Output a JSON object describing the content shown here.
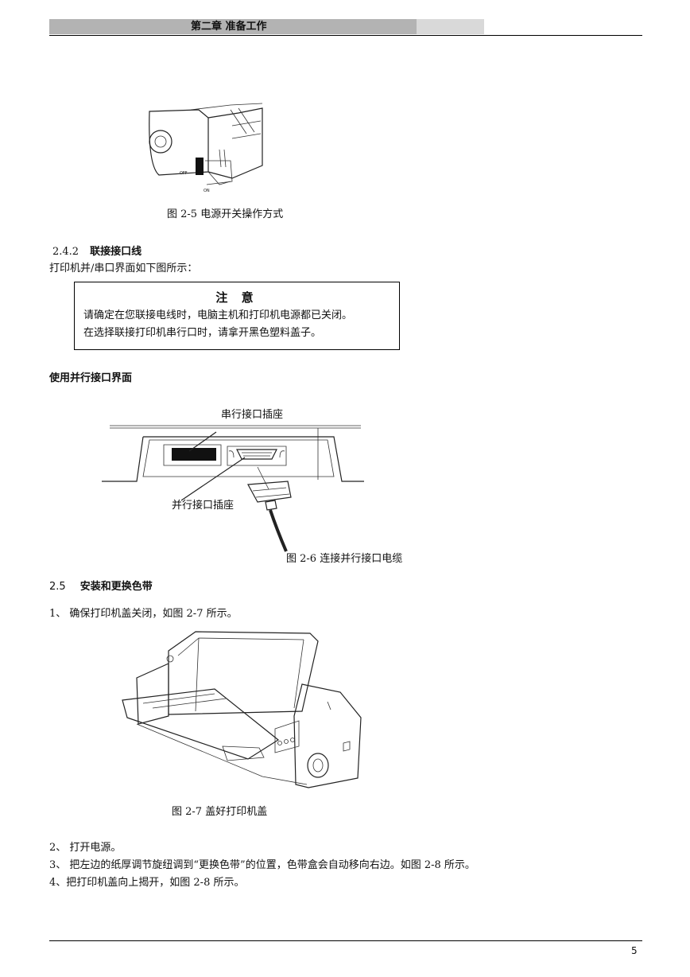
{
  "header": {
    "chapter_title": "第二章  准备工作"
  },
  "figure_2_5": {
    "caption": "图 2-5 电源开关操作方式",
    "label_off": "OFF",
    "label_on": "ON"
  },
  "section_2_4_2": {
    "number": "2.4.2",
    "title": "联接接口线",
    "intro": "打印机并/串口界面如下图所示："
  },
  "note": {
    "title": "注 意",
    "line1": "请确定在您联接电线时，电脑主机和打印机电源都已关闭。",
    "line2": "在选择联接打印机串行口时，请拿开黑色塑料盖子。"
  },
  "parallel_heading": "使用并行接口界面",
  "figure_2_6": {
    "label_serial": "串行接口插座",
    "label_parallel": "并行接口插座",
    "caption": "图 2-6 连接并行接口电缆"
  },
  "section_2_5": {
    "number": "2.5",
    "title": "安装和更换色带",
    "step1": "1、 确保打印机盖关闭，如图 2-7 所示。"
  },
  "figure_2_7": {
    "caption": "图 2-7 盖好打印机盖"
  },
  "steps": {
    "step2": "2、 打开电源。",
    "step3": "3、 把左边的纸厚调节旋纽调到“更换色带”的位置，色带盒会自动移向右边。如图 2-8 所示。",
    "step4": "4、把打印机盖向上揭开，如图 2-8 所示。"
  },
  "footer": {
    "page_number": "5"
  }
}
